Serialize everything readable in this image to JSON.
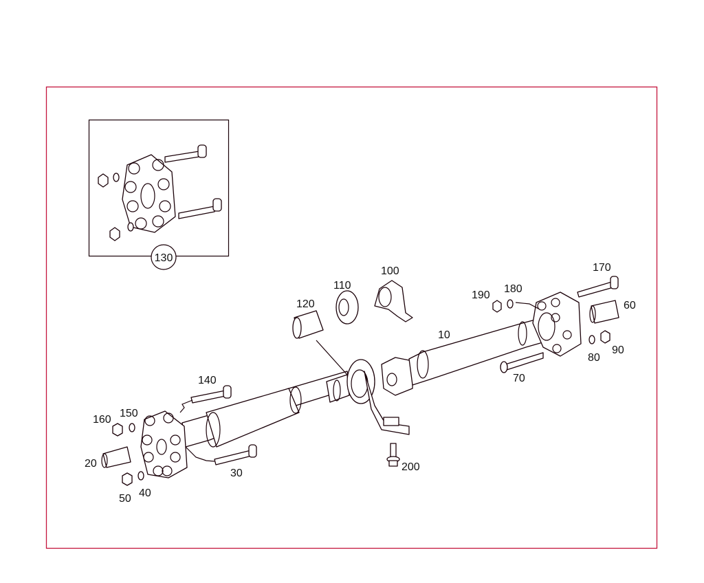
{
  "colors": {
    "frame": "#c4143c",
    "lines": "#1a0008"
  },
  "inset": {
    "callout": "130"
  },
  "parts": {
    "p10": "10",
    "p20": "20",
    "p30": "30",
    "p40": "40",
    "p50": "50",
    "p60": "60",
    "p70": "70",
    "p80": "80",
    "p90": "90",
    "p100": "100",
    "p110": "110",
    "p120": "120",
    "p140": "140",
    "p150": "150",
    "p160": "160",
    "p170": "170",
    "p180": "180",
    "p190": "190",
    "p200": "200"
  }
}
